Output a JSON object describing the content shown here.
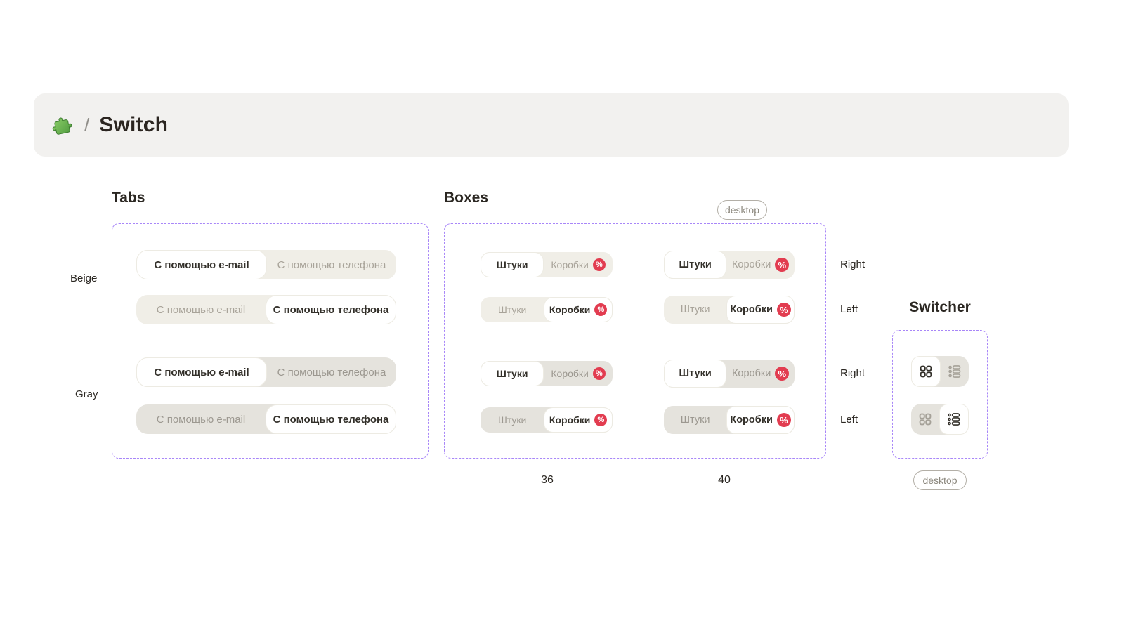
{
  "header": {
    "icon": "puzzle-icon",
    "separator": "/",
    "title": "Switch"
  },
  "colors": {
    "header_bg": "#f2f1ef",
    "dashed_border": "#a886f8",
    "beige_bg": "#f0eee7",
    "gray_bg": "#e5e3dd",
    "pill_bg": "#ffffff",
    "selected_text": "#33302a",
    "unselected_text_beige": "#a8a399",
    "unselected_text_gray": "#9c9890",
    "badge_red": "#e23c50",
    "badge_glyph_color": "#ffffff",
    "chip_border": "#b3afa7",
    "chip_text": "#8b877d"
  },
  "tabs_section": {
    "heading": "Tabs",
    "options": [
      "С помощью e-mail",
      "С помощью телефона"
    ],
    "groups": [
      {
        "label": "Beige",
        "theme": "beige",
        "rows": [
          {
            "selected": 0
          },
          {
            "selected": 1
          }
        ]
      },
      {
        "label": "Gray",
        "theme": "gray",
        "rows": [
          {
            "selected": 0
          },
          {
            "selected": 1
          }
        ]
      }
    ]
  },
  "boxes_section": {
    "heading": "Boxes",
    "device_chip": "desktop",
    "options": [
      "Штуки",
      "Коробки"
    ],
    "badge_glyph": "%",
    "sizes": [
      {
        "label": "36",
        "height": 36
      },
      {
        "label": "40",
        "height": 40
      }
    ],
    "rows": [
      {
        "theme": "beige",
        "selected": 0,
        "align": "Right"
      },
      {
        "theme": "beige",
        "selected": 1,
        "align": "Left"
      },
      {
        "theme": "gray",
        "selected": 0,
        "align": "Right"
      },
      {
        "theme": "gray",
        "selected": 1,
        "align": "Left"
      }
    ]
  },
  "switcher_section": {
    "heading": "Switcher",
    "device_chip": "desktop",
    "options": [
      "grid-icon",
      "list-icon"
    ],
    "rows": [
      {
        "selected": 0
      },
      {
        "selected": 1
      }
    ]
  }
}
